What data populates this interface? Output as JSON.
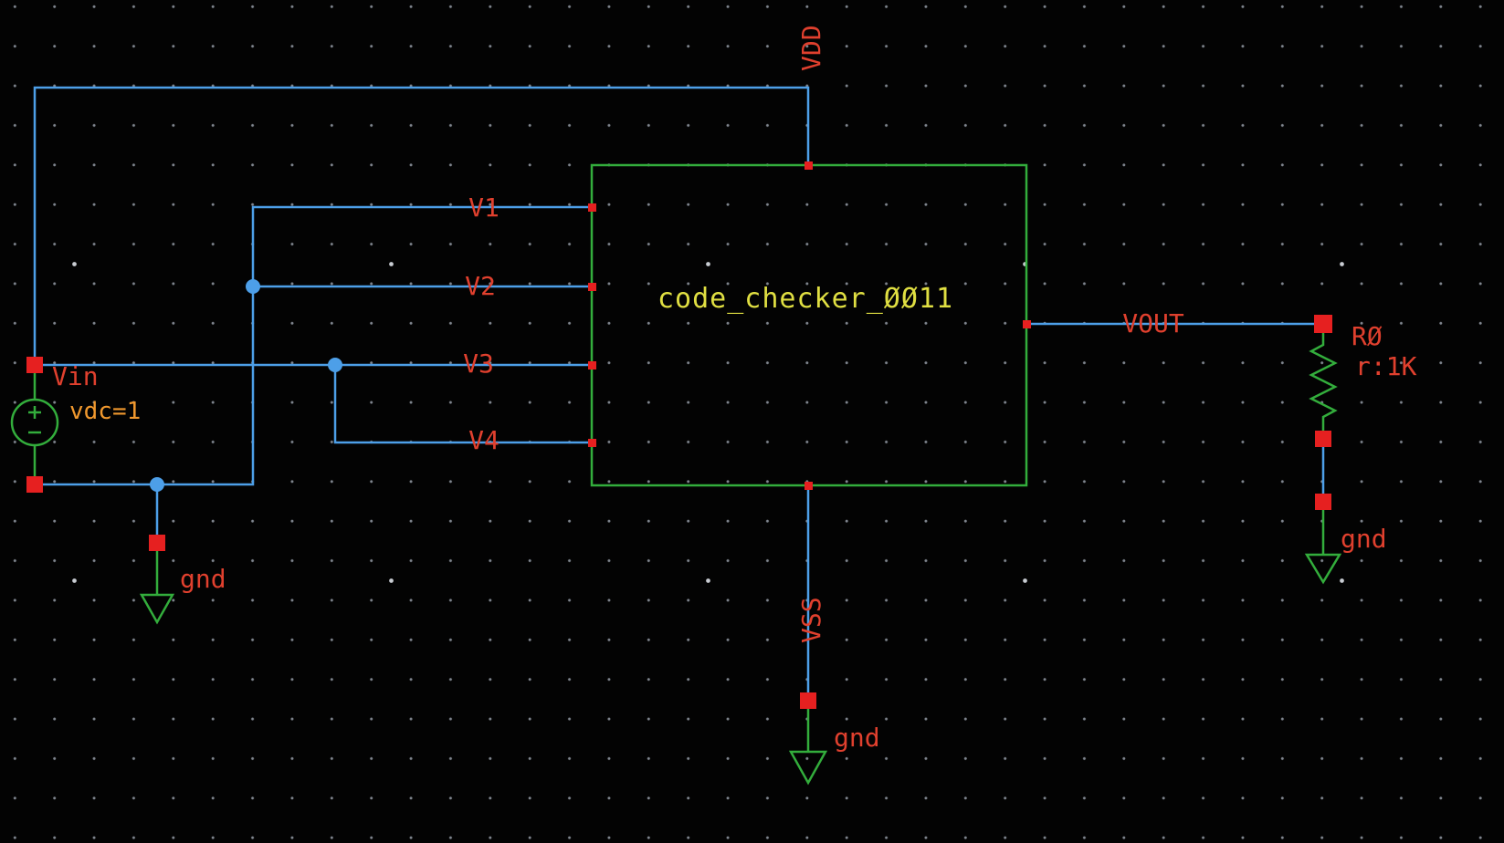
{
  "colors": {
    "bg": "#030303",
    "grid-minor": "#80868f",
    "grid-major": "#c9cdd3",
    "wire": "#4d9fe8",
    "green": "#33ad3c",
    "pin": "#e62020",
    "label": "#e0402e",
    "param": "#f0982e",
    "instance": "#e0df42"
  },
  "instance": {
    "label": "code_checker_ØØ11"
  },
  "nets": {
    "vdd": "VDD",
    "vss": "VSS",
    "vout": "VOUT",
    "vin": "Vin",
    "v1": "V1",
    "v2": "V2",
    "v3": "V3",
    "v4": "V4"
  },
  "vsource": {
    "param": "vdc=1"
  },
  "resistor": {
    "name": "RØ",
    "value": "r:1K"
  },
  "ground": {
    "label": "gnd"
  }
}
